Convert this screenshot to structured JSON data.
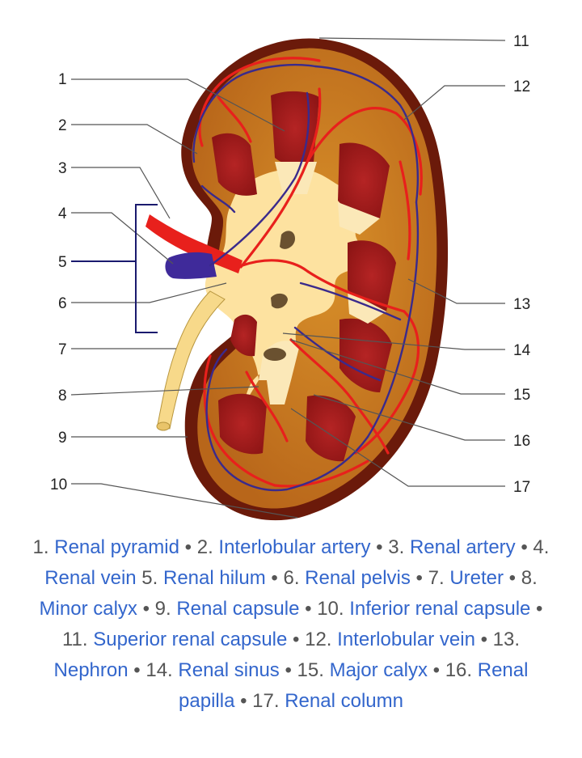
{
  "diagram": {
    "labels_left": [
      "1",
      "2",
      "3",
      "4",
      "5",
      "6",
      "7",
      "8",
      "9",
      "10"
    ],
    "labels_right": [
      "11",
      "12",
      "13",
      "14",
      "15",
      "16",
      "17"
    ]
  },
  "caption": {
    "items": [
      {
        "num": "1.",
        "term": "Renal pyramid",
        "sep": " • "
      },
      {
        "num": "2.",
        "term": "Interlobular artery",
        "sep": " • "
      },
      {
        "num": "3.",
        "term": "Renal artery",
        "sep": " • "
      },
      {
        "num": "4.",
        "term": "Renal vein",
        "sep": " "
      },
      {
        "num": "5.",
        "term": "Renal hilum",
        "sep": " • "
      },
      {
        "num": "6.",
        "term": "Renal pelvis",
        "sep": " • "
      },
      {
        "num": "7.",
        "term": "Ureter",
        "sep": " • "
      },
      {
        "num": "8.",
        "term": "Minor calyx",
        "sep": " • "
      },
      {
        "num": "9.",
        "term": "Renal capsule",
        "sep": " • "
      },
      {
        "num": "10.",
        "term": "Inferior renal capsule",
        "sep": " • "
      },
      {
        "num": "11.",
        "term": "Superior renal capsule",
        "sep": " • "
      },
      {
        "num": "12.",
        "term": "Interlobular vein",
        "sep": " • "
      },
      {
        "num": "13.",
        "term": "Nephron",
        "sep": " • "
      },
      {
        "num": "14.",
        "term": "Renal sinus",
        "sep": " • "
      },
      {
        "num": "15.",
        "term": "Major calyx",
        "sep": " • "
      },
      {
        "num": "16.",
        "term": "Renal papilla",
        "sep": " • "
      },
      {
        "num": "17.",
        "term": "Renal column",
        "sep": ""
      }
    ]
  },
  "colors": {
    "capsule": "#6b1a0a",
    "cortex": "#c8791a",
    "pyramid": "#a31f1f",
    "sinus": "#fde2a0",
    "artery": "#e8201c",
    "vein": "#3a2a8c",
    "link": "#3366cc"
  }
}
